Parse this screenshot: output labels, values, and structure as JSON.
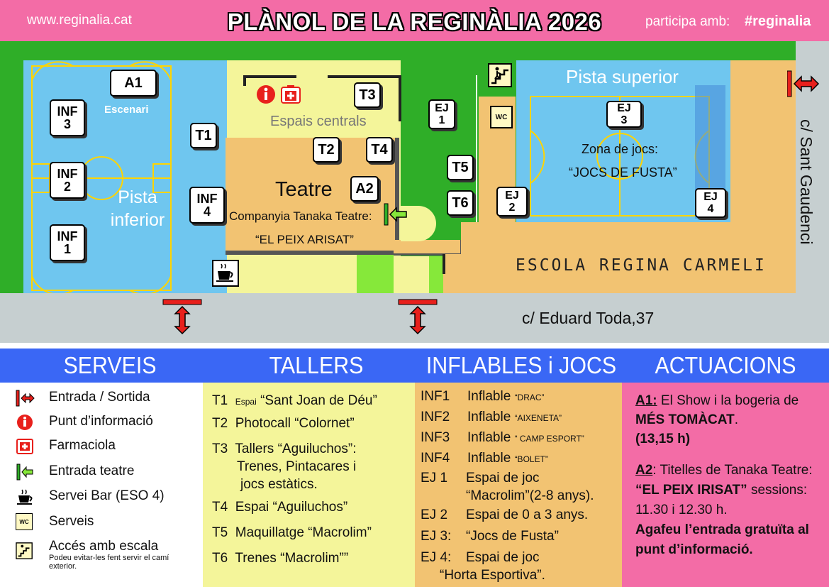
{
  "header": {
    "website": "www.reginalia.cat",
    "title": "PLÀNOL DE LA REGINÀLIA 2026",
    "participate": "participa amb:",
    "hashtag": "#reginalia"
  },
  "map": {
    "areas": {
      "pista_inferior": "Pista\ninferior",
      "escenari": "Escenari",
      "espais_centrals": "Espais centrals",
      "teatre": "Teatre",
      "teatre_company": "Companyia Tanaka Teatre:",
      "teatre_show": "“EL PEIX ARISAT”",
      "pista_superior": "Pista superior",
      "zona_jocs": "Zona de jocs:",
      "jocs_fusta": "“JOCS DE FUSTA”",
      "school": "ESCOLA REGINA CARMELI",
      "street_bottom": "c/ Eduard Toda,37",
      "street_right": "c/ Sant Gaudenci",
      "wc": "WC"
    },
    "labels": {
      "A1": "A1",
      "A2": "A2",
      "INF1": [
        "INF",
        "1"
      ],
      "INF2": [
        "INF",
        "2"
      ],
      "INF3": [
        "INF",
        "3"
      ],
      "INF4": [
        "INF",
        "4"
      ],
      "T1": "T1",
      "T2": "T2",
      "T3": "T3",
      "T4": "T4",
      "T5": "T5",
      "T6": "T6",
      "EJ1": [
        "EJ",
        "1"
      ],
      "EJ2": [
        "EJ",
        "2"
      ],
      "EJ3": [
        "EJ",
        "3"
      ],
      "EJ4": [
        "EJ",
        "4"
      ]
    }
  },
  "sections": {
    "serveis": {
      "title": "SERVEIS",
      "items": [
        {
          "icon": "entrance-exit-icon",
          "label": "Entrada / Sortida"
        },
        {
          "icon": "info-icon",
          "label": "Punt d’informació"
        },
        {
          "icon": "first-aid-icon",
          "label": "Farmaciola"
        },
        {
          "icon": "theatre-entrance-icon",
          "label": "Entrada teatre"
        },
        {
          "icon": "coffee-cup-icon",
          "label": "Servei Bar (ESO 4)"
        },
        {
          "icon": "wc-icon",
          "label": "Serveis"
        },
        {
          "icon": "stairs-icon",
          "label": "Accés amb escala"
        }
      ],
      "stairs_note": "Podeu evitar-les fent servir el camí exterior."
    },
    "tallers": {
      "title": "TALLERS",
      "items": [
        {
          "code": "T1",
          "pre": "Espai",
          "text": "“Sant Joan de Déu”"
        },
        {
          "code": "T2",
          "text": "Photocall “Colornet”"
        },
        {
          "code": "T3",
          "text": "Tallers “Aguiluchos”:",
          "lines": [
            "Trenes, Pintacares i",
            "jocs estàtics."
          ]
        },
        {
          "code": "T4",
          "text": "Espai “Aguiluchos”"
        },
        {
          "code": "T5",
          "text": "Maquillatge “Macrolim”"
        },
        {
          "code": "T6",
          "text": "Trenes “Macrolim””"
        }
      ]
    },
    "inflables": {
      "title": "INFLABLES i JOCS",
      "items": [
        {
          "code": "INF1",
          "text": "Inflable",
          "small": "“DRAC”"
        },
        {
          "code": "INF2",
          "text": "Inflable",
          "small": "“AIXENETA”"
        },
        {
          "code": "INF3",
          "text": "Inflable",
          "small": "“ CAMP ESPORT”"
        },
        {
          "code": "INF4",
          "text": "Inflable",
          "small": "“BOLET”"
        },
        {
          "code": "EJ 1",
          "text": "Espai de joc",
          "line2": "“Macrolim”(2-8 anys)."
        },
        {
          "code": "EJ 2",
          "text": "Espai de 0 a 3 anys."
        },
        {
          "code": "EJ 3:",
          "text": "“Jocs de Fusta”"
        },
        {
          "code": "EJ 4:",
          "text": "Espai de joc",
          "line2": "“Horta Esportiva”."
        }
      ]
    },
    "actuacions": {
      "title": "ACTUACIONS",
      "a1_code": "A1:",
      "a1_text": " El Show i la bogeria de ",
      "a1_bold": "MÉS TOMÀCAT",
      "a1_end": ".",
      "a1_time": "(13,15 h)",
      "a2_code": "A2",
      "a2_text": ": Titelles de Tanaka Teatre: ",
      "a2_bold": "“EL PEIX IRISAT”",
      "a2_sessions": " sessions: 11.30 i 12.30 h.",
      "a2_note": "Agafeu l’entrada gratuïta al punt d’informació."
    }
  },
  "colors": {
    "pink": "#f36ca6",
    "blue_header": "#3a67f5",
    "court_blue": "#6fc6ef",
    "green": "#2fae28",
    "light_green": "#86e83a",
    "yellow": "#f4f59a",
    "orange": "#f2c372",
    "grey": "#c6cfd0",
    "red": "#e8201c"
  }
}
